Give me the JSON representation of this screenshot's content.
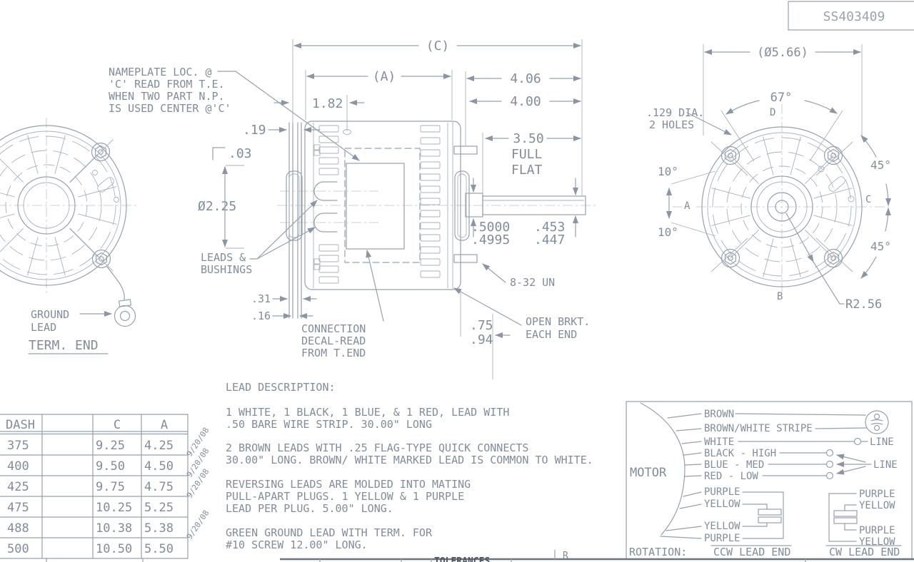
{
  "title_block": {
    "part_number": "SS403409"
  },
  "term_end_view": {
    "ground_lead_line1": "GROUND",
    "ground_lead_line2": "LEAD",
    "caption": "TERM. END"
  },
  "side_view": {
    "notes": {
      "nameplate_1": "NAMEPLATE LOC. @",
      "nameplate_2": "'C' READ FROM T.E.",
      "nameplate_3": "WHEN TWO PART N.P.",
      "nameplate_4": "IS USED CENTER @'C'",
      "leads_1": "LEADS &",
      "leads_2": "BUSHINGS",
      "decal_1": "CONNECTION",
      "decal_2": "DECAL-READ",
      "decal_3": "FROM T.END",
      "open_brkt_1": "OPEN BRKT.",
      "open_brkt_2": "EACH END",
      "thread": "8-32 UN"
    },
    "dims": {
      "c_ref": "(C)",
      "a_ref": "(A)",
      "len_406": "4.06",
      "len_400": "4.00",
      "len_182": "1.82",
      "gap_19": ".19",
      "gap_03": ".03",
      "hub_dia": "Ø2.25",
      "flat_350": "3.50",
      "flat_350_l2": "FULL",
      "flat_350_l3": "FLAT",
      "shaft_dia_hi": ".5000",
      "shaft_dia_lo": ".4995",
      "flat_hi": ".453",
      "flat_lo": ".447",
      "band_31": ".31",
      "band_16": ".16",
      "stud_75": ".75",
      "stud_94": ".94"
    }
  },
  "lead_end_view": {
    "dims": {
      "dia_ref": "(Ø5.66)",
      "angle_67": "67°",
      "holes_1": ".129 DIA.",
      "holes_2": "2 HOLES",
      "angle_10_top": "10°",
      "angle_10_bot": "10°",
      "angle_45_top": "45°",
      "angle_45_bot": "45°",
      "radius": "R2.56"
    },
    "axis_labels": {
      "a": "A",
      "b": "B",
      "c": "C",
      "d": "D"
    }
  },
  "dash_table": {
    "headers": {
      "dash": "DASH",
      "c": "C",
      "a": "A"
    },
    "rows": [
      {
        "dash": "375",
        "c": "9.25",
        "a": "4.25"
      },
      {
        "dash": "400",
        "c": "9.50",
        "a": "4.50"
      },
      {
        "dash": "425",
        "c": "9.75",
        "a": "4.75"
      },
      {
        "dash": "475",
        "c": "10.25",
        "a": "5.25"
      },
      {
        "dash": "488",
        "c": "10.38",
        "a": "5.38"
      },
      {
        "dash": "500",
        "c": "10.50",
        "a": "5.50"
      }
    ],
    "rev_date": "9/20/08"
  },
  "lead_description": {
    "title": "LEAD DESCRIPTION:",
    "p1_l1": "1 WHITE, 1 BLACK, 1 BLUE, & 1 RED, LEAD WITH",
    "p1_l2": ".50 BARE WIRE STRIP. 30.00\" LONG",
    "p2_l1": "2 BROWN LEADS WITH .25 FLAG-TYPE QUICK CONNECTS",
    "p2_l2": "30.00\" LONG. BROWN/ WHITE MARKED LEAD IS COMMON TO WHITE.",
    "p3_l1": "REVERSING LEADS ARE MOLDED INTO MATING",
    "p3_l2": "PULL-APART PLUGS. 1 YELLOW & 1 PURPLE",
    "p3_l3": "LEAD PER PLUG. 5.00\" LONG.",
    "p4_l1": "GREEN GROUND LEAD WITH TERM. FOR",
    "p4_l2": "#10 SCREW 12.00\" LONG."
  },
  "wiring_diagram": {
    "motor_label": "MOTOR",
    "leads": {
      "brown": "BROWN",
      "brown_white": "BROWN/WHITE STRIPE",
      "white": "WHITE",
      "black": "BLACK - HIGH",
      "blue": "BLUE - MED",
      "red": "RED - LOW"
    },
    "line_label_1": "LINE",
    "line_label_2": "LINE",
    "ccw_plug": {
      "l1": "PURPLE",
      "l2": "YELLOW",
      "l3": "YELLOW",
      "l4": "PURPLE"
    },
    "cw_plug": {
      "l1": "PURPLE",
      "l2": "YELLOW",
      "l3": "PURPLE",
      "l4": "YELLOW"
    },
    "rotation_label": "ROTATION:",
    "ccw_caption": "CCW LEAD END",
    "cw_caption": "CW LEAD END"
  },
  "footer": {
    "tolerances": "TOLERANCES",
    "rev": "R"
  },
  "colors": {
    "line": "#98a0ac",
    "text": "#838c99",
    "dark_text": "#4e555f",
    "background": "#ffffff"
  }
}
